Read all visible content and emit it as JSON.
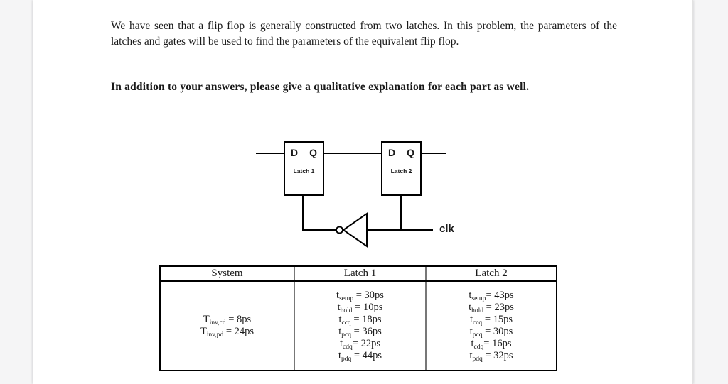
{
  "document": {
    "intro_paragraph": "We have seen that a flip flop is generally constructed from two latches. In this problem, the parameters of the latches and gates will be used to find the parameters of the equivalent flip flop.",
    "bold_note": "In addition to your answers, please give a qualitative explanation for each part as well."
  },
  "diagram": {
    "latch1": {
      "d": "D",
      "q": "Q",
      "label": "Latch 1"
    },
    "latch2": {
      "d": "D",
      "q": "Q",
      "label": "Latch 2"
    },
    "clk": "clk"
  },
  "table": {
    "headers": [
      "System",
      "Latch 1",
      "Latch 2"
    ],
    "system_params": [
      {
        "sym": "T",
        "sub": "inv,cd",
        "val": " = 8ps"
      },
      {
        "sym": "T",
        "sub": "inv,pd",
        "val": " = 24ps"
      }
    ],
    "latch1_params": [
      {
        "sym": "t",
        "sub": "setup",
        "val": " = 30ps"
      },
      {
        "sym": "t",
        "sub": "hold",
        "val": " = 10ps"
      },
      {
        "sym": "t",
        "sub": "ccq",
        "val": " = 18ps"
      },
      {
        "sym": "t",
        "sub": "pcq",
        "val": " = 36ps"
      },
      {
        "sym": "t",
        "sub": "cdq",
        "val": "= 22ps"
      },
      {
        "sym": "t",
        "sub": "pdq",
        "val": " = 44ps"
      }
    ],
    "latch2_params": [
      {
        "sym": "t",
        "sub": "setup",
        "val": "= 43ps"
      },
      {
        "sym": "t",
        "sub": "hold",
        "val": " = 23ps"
      },
      {
        "sym": "t",
        "sub": "ccq",
        "val": " = 15ps"
      },
      {
        "sym": "t",
        "sub": "pcq",
        "val": " = 30ps"
      },
      {
        "sym": "t",
        "sub": "cdq",
        "val": "= 16ps"
      },
      {
        "sym": "t",
        "sub": "pdq",
        "val": " = 32ps"
      }
    ]
  },
  "colors": {
    "background": "#f5f5f6",
    "page": "#ffffff",
    "ink": "#1a1a1a",
    "line": "#000000",
    "divider": "#777777"
  }
}
